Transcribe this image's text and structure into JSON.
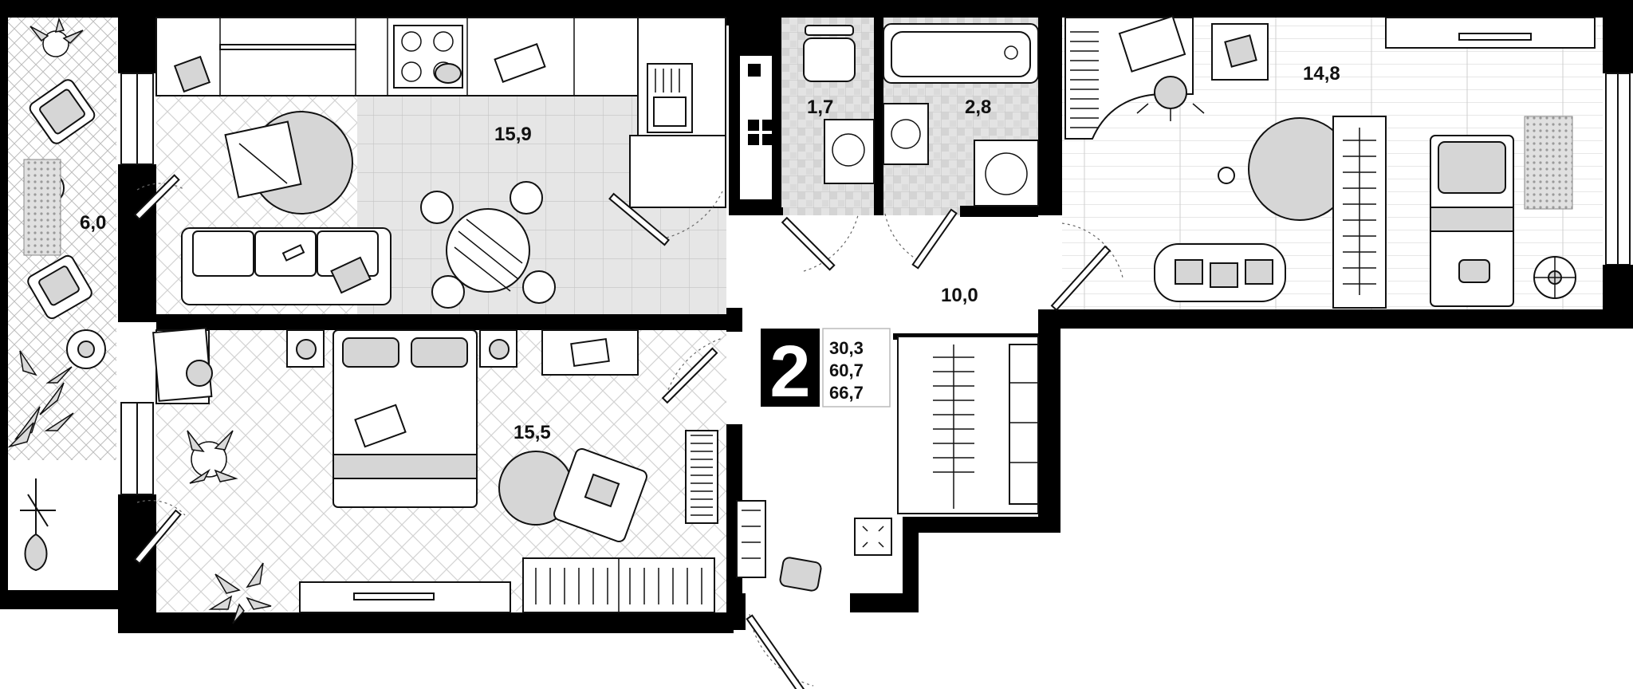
{
  "plan": {
    "rooms": [
      {
        "id": "balcony",
        "area": "6,0"
      },
      {
        "id": "kitchen",
        "area": "15,9"
      },
      {
        "id": "wc",
        "area": "1,7"
      },
      {
        "id": "bathroom",
        "area": "2,8"
      },
      {
        "id": "bedroom-right",
        "area": "14,8"
      },
      {
        "id": "hall",
        "area": "10,0"
      },
      {
        "id": "bedroom-left",
        "area": "15,5"
      }
    ],
    "badge": {
      "rooms_count": "2",
      "stats": [
        "30,3",
        "60,7",
        "66,7"
      ]
    }
  }
}
